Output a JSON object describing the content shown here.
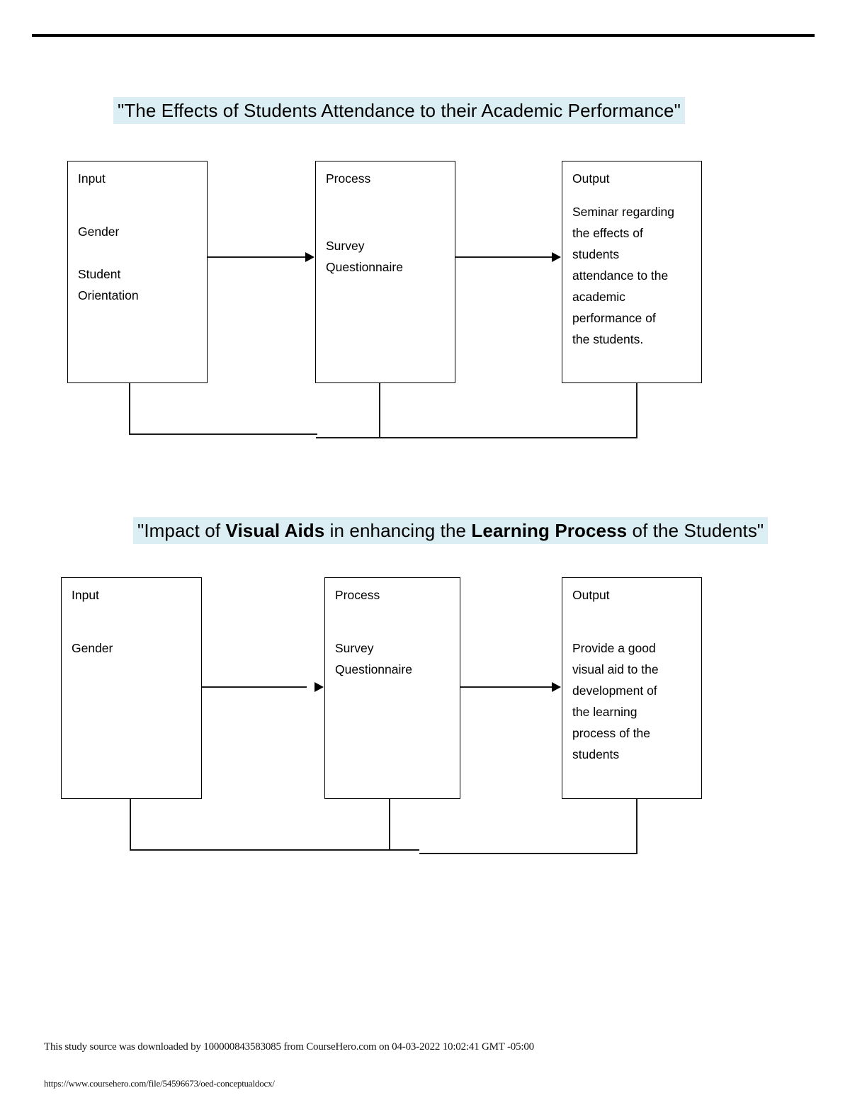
{
  "document": {
    "top_rule": "horizontal-rule"
  },
  "frameworks": [
    {
      "title_plain": "\"The Effects of Students Attendance to their Academic Performance\"",
      "title_parts": [
        {
          "text": "\"The Effects of Students Attendance to their Academic Performance\"",
          "bold": false
        }
      ],
      "boxes": [
        {
          "heading": "Input",
          "lines": [
            "Gender",
            "",
            "Student",
            "Orientation"
          ]
        },
        {
          "heading": "Process",
          "lines": [
            "Survey",
            "Questionnaire"
          ]
        },
        {
          "heading": "Output",
          "lines": [
            "Seminar regarding",
            "the effects of",
            "students",
            "attendance to the",
            "academic",
            "performance of",
            "the students."
          ]
        }
      ]
    },
    {
      "title_plain": "\"Impact of Visual Aids in enhancing the Learning Process of the Students\"",
      "title_parts": [
        {
          "text": "\"Impact of ",
          "bold": false
        },
        {
          "text": "Visual Aids",
          "bold": true
        },
        {
          "text": " in enhancing the ",
          "bold": false
        },
        {
          "text": "Learning Process",
          "bold": true
        },
        {
          "text": " of the Students\"",
          "bold": false
        }
      ],
      "boxes": [
        {
          "heading": "Input",
          "lines": [
            "Gender"
          ]
        },
        {
          "heading": "Process",
          "lines": [
            "Survey",
            "Questionnaire"
          ]
        },
        {
          "heading": "Output",
          "lines": [
            "Provide a good",
            "visual aid to the",
            "development of",
            "the learning",
            "process of the",
            "students"
          ]
        }
      ]
    }
  ],
  "footer": {
    "download_notice": "This study source was downloaded by 100000843583085 from CourseHero.com on 04-03-2022 10:02:41 GMT -05:00",
    "url": "https://www.coursehero.com/file/54596673/oed-conceptualdocx/"
  },
  "colors": {
    "highlight": "#daeef3",
    "line": "#000000",
    "page_background": "#ffffff"
  }
}
